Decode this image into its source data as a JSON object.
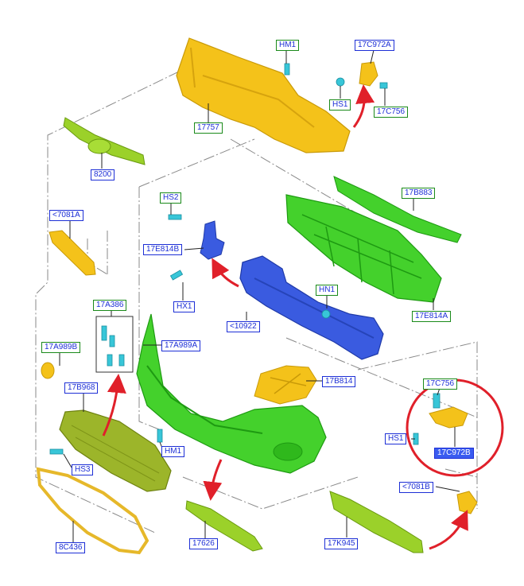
{
  "diagram": {
    "highlight_color": "#e0202a",
    "part_colors": {
      "yellow": "#f4c21a",
      "green": "#44d12c",
      "lime": "#9bd12a",
      "blue": "#3a5be0",
      "olive": "#9cb52a",
      "fastener": "#38c6d8"
    },
    "labels": {
      "hm1_top": "HM1",
      "p17c972a": "17C972A",
      "hs1_top": "HS1",
      "p17c756_top": "17C756",
      "p17757": "17757",
      "p8200": "8200",
      "hs2": "HS2",
      "p17b883": "17B883",
      "p7081a": "<7081A",
      "p17e814b": "17E814B",
      "hx1": "HX1",
      "hn1": "HN1",
      "p10922": "<10922",
      "p17e814a": "17E814A",
      "p17a386": "17A386",
      "p17a989a": "17A989A",
      "p17a989b": "17A989B",
      "p17b814": "17B814",
      "p17b968": "17B968",
      "p17c756_bot": "17C756",
      "hs1_bot": "HS1",
      "p17c972b": "17C972B",
      "hm1_bot": "HM1",
      "hs3": "HS3",
      "p7081b": "<7081B",
      "p8c436": "8C436",
      "p17626": "17626",
      "p17k945": "17K945"
    }
  }
}
